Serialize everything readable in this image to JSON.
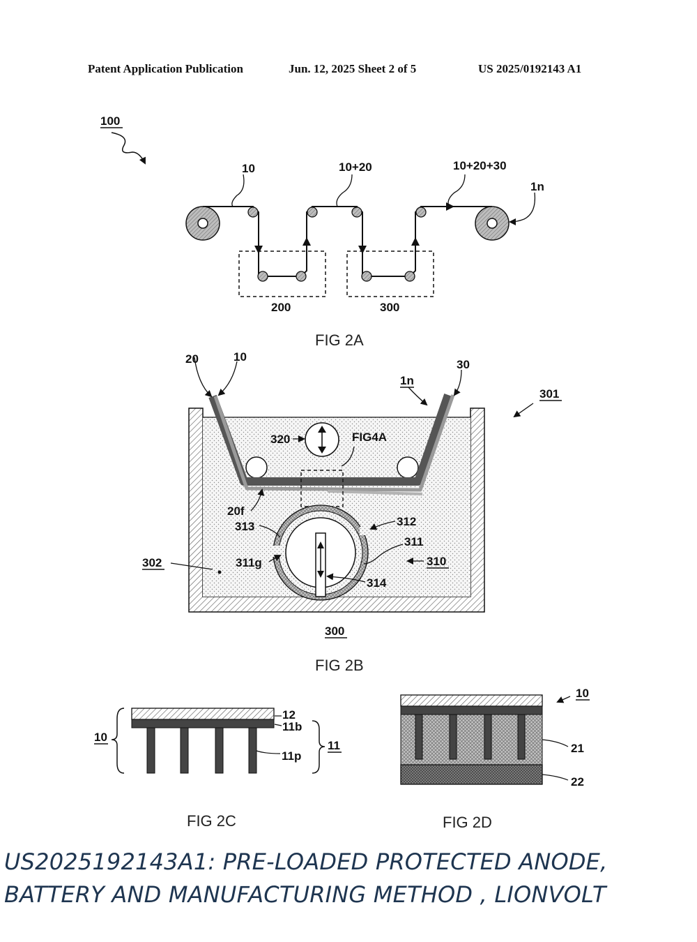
{
  "header": {
    "left": "Patent Application Publication",
    "middle": "Jun. 12, 2025  Sheet 2 of 5",
    "right": "US 2025/0192143 A1"
  },
  "figures": {
    "fig2a": {
      "title": "FIG 2A",
      "labels": {
        "system": "100",
        "input_web": "10",
        "after_first": "10+20",
        "after_second": "10+20+30",
        "output_roll": "1n",
        "station_a": "200",
        "station_b": "300"
      }
    },
    "fig2b": {
      "title": "FIG 2B",
      "labels": {
        "layer20": "20",
        "layer10": "10",
        "layer30": "30",
        "web": "1n",
        "apparatus": "301",
        "actuator": "320",
        "detail_ref": "FIG4A",
        "film": "20f",
        "part313": "313",
        "part312": "312",
        "part311": "311",
        "gap": "311g",
        "assembly": "310",
        "bath": "302",
        "part314": "314",
        "tank": "300"
      }
    },
    "fig2c": {
      "title": "FIG 2C",
      "labels": {
        "anode": "10",
        "layer12": "12",
        "base": "11b",
        "pillars": "11p",
        "current_collector": "11"
      }
    },
    "fig2d": {
      "title": "FIG 2D",
      "labels": {
        "anode": "10",
        "layer21": "21",
        "layer22": "22"
      }
    }
  },
  "caption": {
    "line1": "US2025192143A1: PRE-LOADED PROTECTED ANODE,",
    "line2": "BATTERY AND MANUFACTURING METHOD , LIONVOLT"
  }
}
